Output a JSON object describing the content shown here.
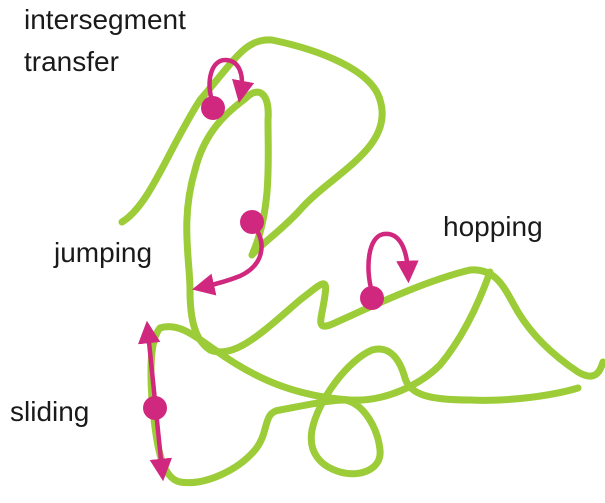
{
  "labels": {
    "intersegment_line1": "intersegment",
    "intersegment_line2": "transfer",
    "jumping": "jumping",
    "hopping": "hopping",
    "sliding": "sliding"
  },
  "colors": {
    "dna_strand": "#9ccc38",
    "protein": "#d1287f",
    "text": "#1a1a1a",
    "background": "#ffffff"
  }
}
